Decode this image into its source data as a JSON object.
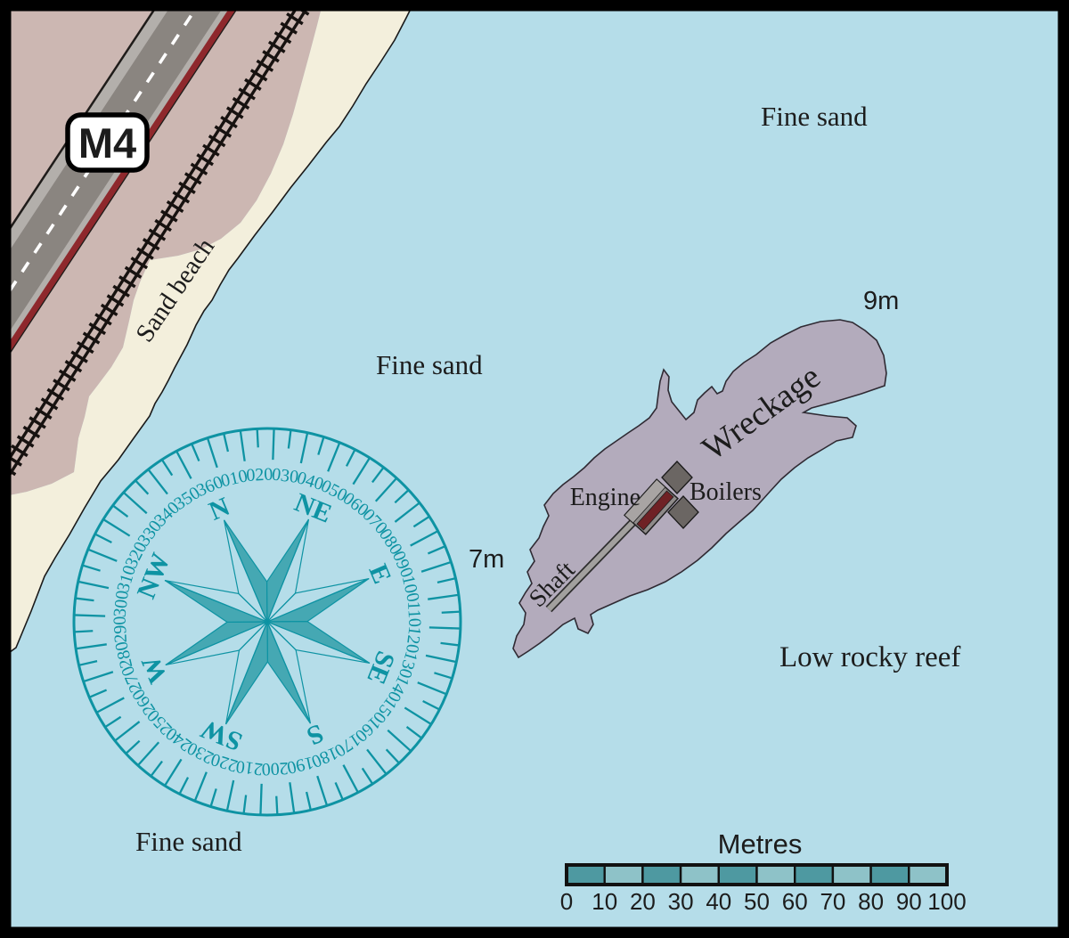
{
  "map": {
    "colors": {
      "frame": "#000000",
      "sea": "#b5dde9",
      "beach": "#f3efdc",
      "land": "#ccb7b2",
      "road_dark": "#8a8580",
      "road_shoulder": "#b3afab",
      "road_red_line": "#8e282c",
      "railway": "#171210",
      "wreck_fill": "#b3abbc",
      "boiler_fill": "#6b6663",
      "engine_fill": "#8f8b8a",
      "engine_stripe": "#6f2125",
      "text": "#1c1c1c"
    },
    "road": {
      "badge_label": "M4"
    },
    "labels": {
      "sand_beach": "Sand beach",
      "fine_sand_top": "Fine sand",
      "fine_sand_mid": "Fine sand",
      "fine_sand_bottom": "Fine sand",
      "low_rocky_reef": "Low rocky reef",
      "depth_7m": "7m",
      "depth_9m": "9m"
    },
    "wreck": {
      "wreckage_label": "Wreckage",
      "engine_label": "Engine",
      "boilers_label": "Boilers",
      "shaft_label": "Shaft"
    },
    "compass": {
      "rotation_deg": -23,
      "color": "#0e93a3",
      "star_fill": "#45a8b3",
      "cardinals": [
        "N",
        "NE",
        "E",
        "SE",
        "S",
        "SW",
        "W",
        "NW"
      ],
      "degree_labels": [
        "010",
        "020",
        "030",
        "040",
        "050",
        "060",
        "070",
        "080",
        "090",
        "100",
        "110",
        "120",
        "130",
        "140",
        "150",
        "160",
        "170",
        "180",
        "190",
        "200",
        "210",
        "220",
        "230",
        "240",
        "250",
        "260",
        "270",
        "280",
        "290",
        "300",
        "310",
        "320",
        "330",
        "340",
        "350",
        "360"
      ]
    },
    "scale_bar": {
      "title": "Metres",
      "tick_labels": [
        "0",
        "10",
        "20",
        "30",
        "40",
        "50",
        "60",
        "70",
        "80",
        "90",
        "100"
      ],
      "segment_colors": [
        "#4e99a1",
        "#8ec2c8"
      ],
      "outline_color": "#111111"
    }
  }
}
